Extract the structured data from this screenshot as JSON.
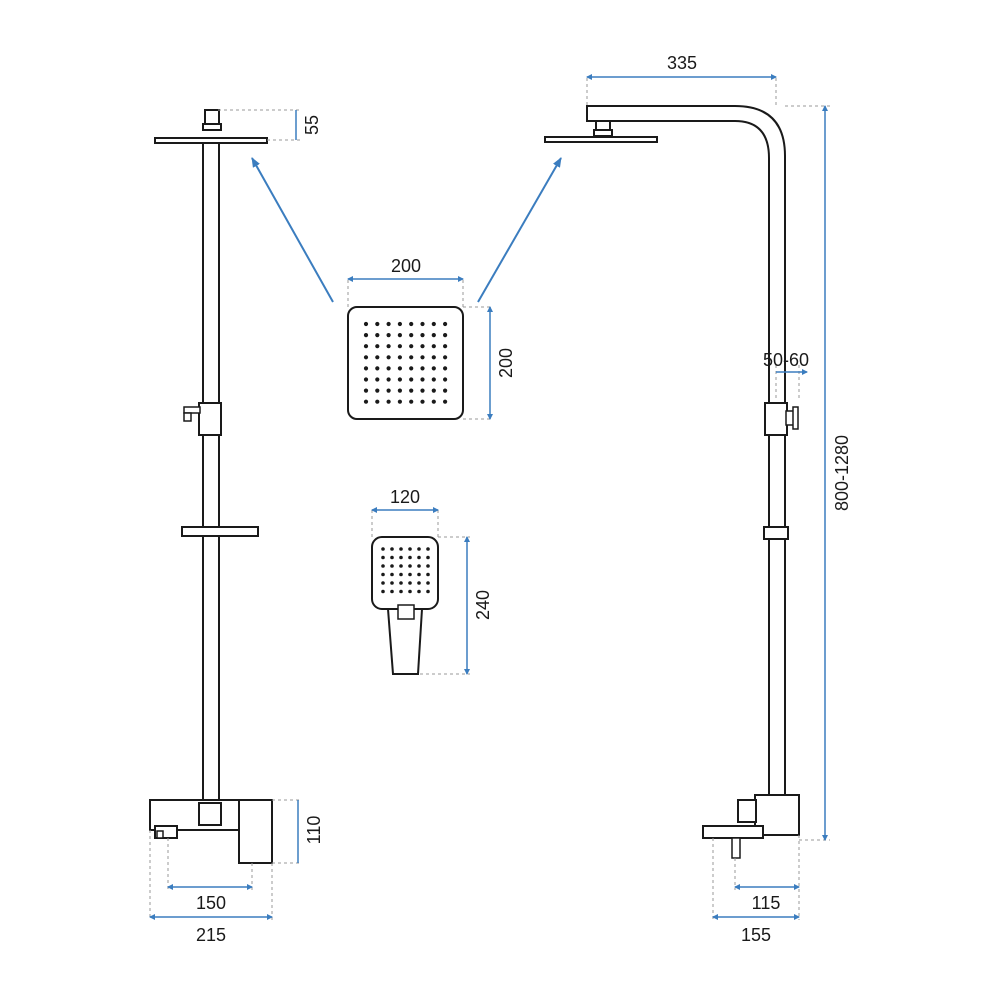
{
  "colors": {
    "accent": "#3b7dbf",
    "line": "#1a1a1a",
    "extension": "#9a9a9a"
  },
  "dimensions": {
    "left_head_offset": "55",
    "head_width": "200",
    "head_height": "200",
    "arm_length": "335",
    "rail_offset": "50-60",
    "total_height": "800-1280",
    "hand_width": "120",
    "hand_height": "240",
    "mixer_height": "110",
    "mixer_inner_width": "150",
    "mixer_outer_width": "215",
    "side_inner_width": "115",
    "side_outer_width": "155"
  }
}
